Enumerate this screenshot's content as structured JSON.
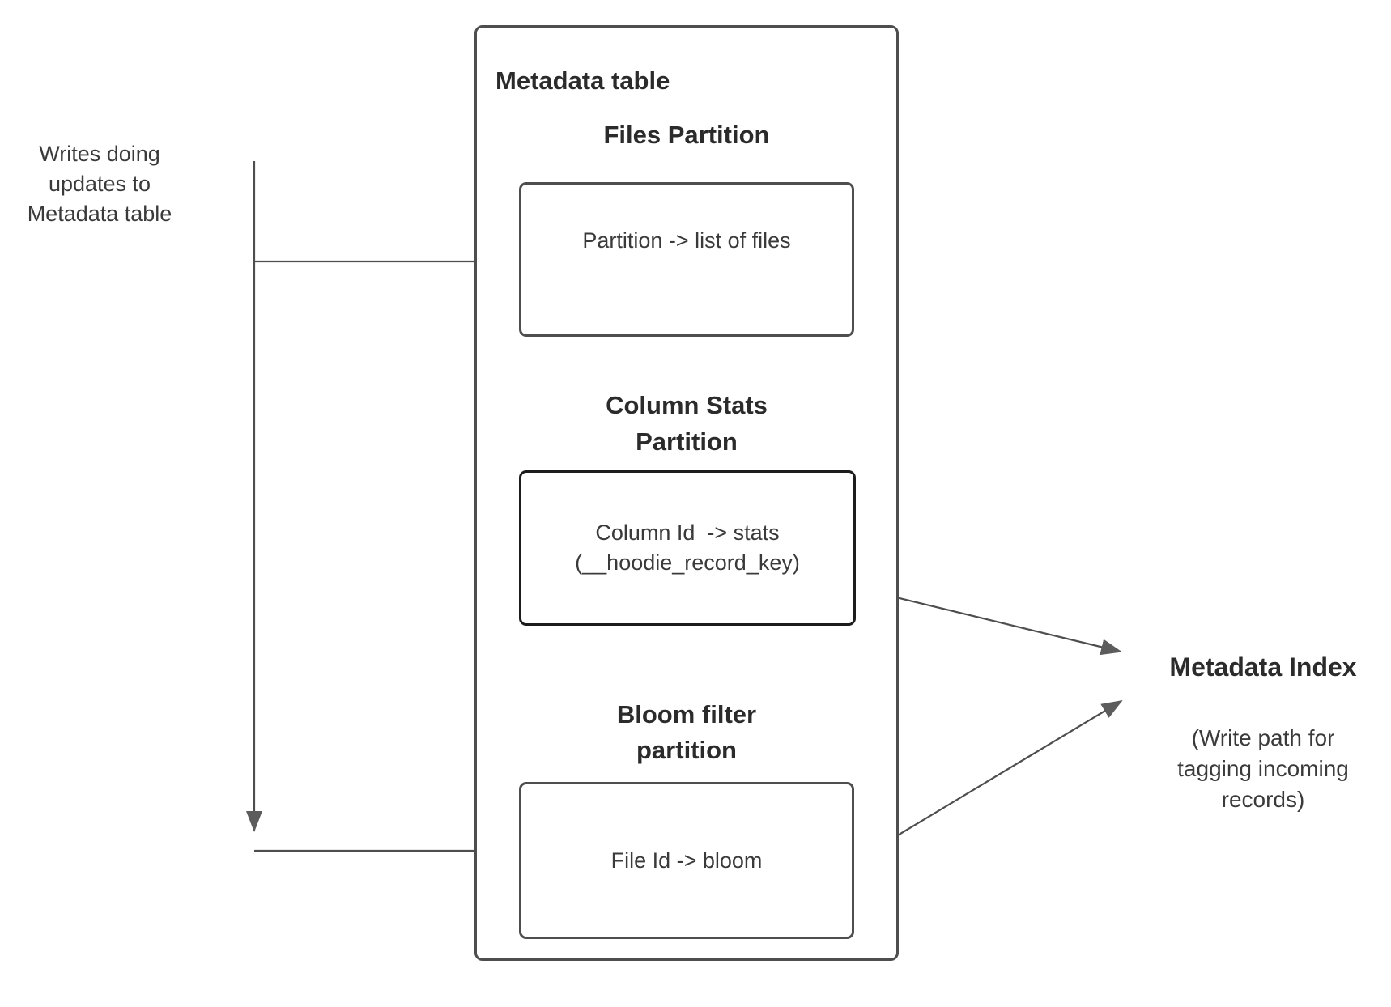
{
  "diagram": {
    "annotation_left": "Writes doing\nupdates to\nMetadata table",
    "metadata_table": {
      "title": "Metadata table",
      "partitions": [
        {
          "heading": "Files Partition",
          "mapping": "Partition -> list of files"
        },
        {
          "heading": "Column Stats\nPartition",
          "mapping": "Column Id  -> stats\n(__hoodie_record_key)"
        },
        {
          "heading": "Bloom filter\npartition",
          "mapping": "File Id -> bloom"
        }
      ]
    },
    "metadata_index": {
      "title": "Metadata Index",
      "subtitle": "(Write path for\ntagging incoming\nrecords)"
    },
    "colors": {
      "background": "#ffffff",
      "line": "#4e4e4e",
      "box_border": "#4e4e4e",
      "stats_box_border": "#1c1c1c",
      "heading_text": "#2b2b2b",
      "body_text": "#3a3a3a"
    }
  }
}
